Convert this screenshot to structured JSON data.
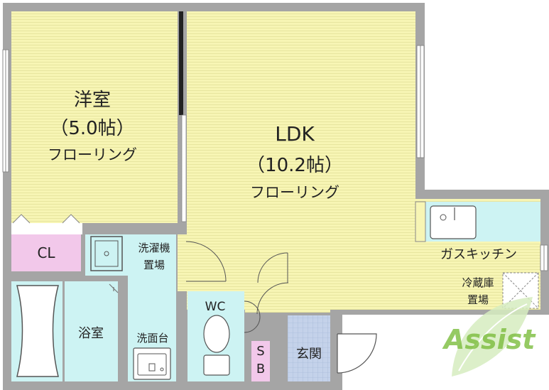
{
  "rooms": {
    "western": {
      "name": "洋室",
      "size": "（5.0帖）",
      "floor": "フローリング"
    },
    "ldk": {
      "name": "LDK",
      "size": "（10.2帖）",
      "floor": "フローリング"
    },
    "closet": "CL",
    "washer": [
      "洗濯機",
      "置場"
    ],
    "bath": "浴室",
    "washbasin": "洗面台",
    "toilet": "WC",
    "shoebox": [
      "S",
      "B"
    ],
    "entrance": "玄関",
    "kitchen": "ガスキッチン",
    "fridge": [
      "冷蔵庫",
      "置場"
    ]
  },
  "logo": {
    "text": "Assist"
  },
  "colors": {
    "floor": "#f7f5b4",
    "wet": "#cdf3f3",
    "closet": "#f2c8ea",
    "wall": "#a5a5a5",
    "tile": "#c4d2ea",
    "logo": "#7bbd3d"
  }
}
